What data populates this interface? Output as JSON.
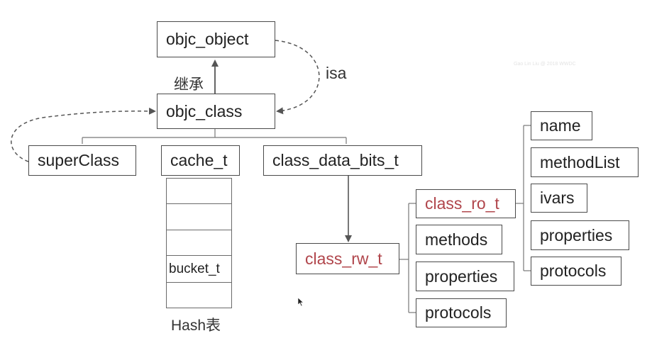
{
  "nodes": {
    "objc_object": "objc_object",
    "objc_class": "objc_class",
    "superClass": "superClass",
    "cache_t": "cache_t",
    "class_data_bits_t": "class_data_bits_t",
    "class_rw_t": "class_rw_t",
    "class_ro_t": "class_ro_t",
    "rw_methods": "methods",
    "rw_properties": "properties",
    "rw_protocols": "protocols",
    "ro_name": "name",
    "ro_methodList": "methodList",
    "ro_ivars": "ivars",
    "ro_properties": "properties",
    "ro_protocols": "protocols"
  },
  "labels": {
    "inherit": "继承",
    "isa": "isa",
    "hash_table": "Hash表",
    "bucket": "bucket_t"
  },
  "watermark": "Gao Lin Liu @ 2018 WWDC",
  "colors": {
    "line": "#555555",
    "box_border": "#4a4a4a",
    "highlight_text": "#b0454b"
  }
}
